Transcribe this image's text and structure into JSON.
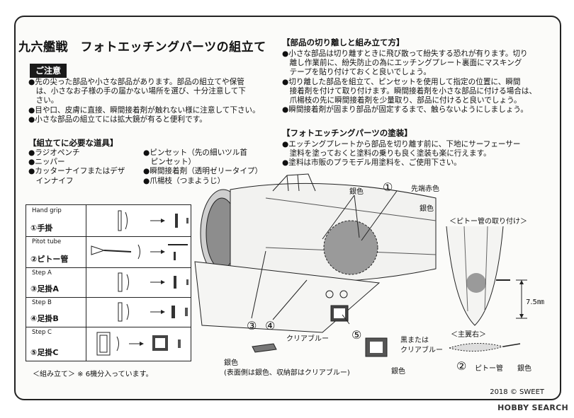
{
  "title": "九六艦戦　フォトエッチングパーツの組立て",
  "caution": {
    "label": "ご注意",
    "lines": "●先の尖った部品や小さな部品があります。部品の組立てや保管\n　は、小さなお子様の手の届かない場所を選び、十分注意して下\n　さい。\n●目や口、皮膚に直接、瞬間接着剤が触れない様に注意して下さい。\n●小さな部品の組立てには拡大鏡が有ると便利です。"
  },
  "tools": {
    "heading": "【組立てに必要な道具】",
    "left": "●ラジオペンチ\n●ニッパー\n●カッターナイフまたはデザ\n　インナイフ",
    "right": "●ピンセット（先の細いツル首\n　ピンセット）\n●瞬間接着剤（透明ゼリータイプ）\n●爪楊枝（つまようじ）"
  },
  "separation": {
    "heading": "【部品の切り離しと組み立て方】",
    "text": "●小さな部品は切り離すときに飛び散って紛失する恐れが有ります。切り\n　離し作業前に、紛失防止の為にエッチングプレート裏面にマスキング\n　テープを貼り付けておくと良いでしょう。\n●切り離した部品を組立て、ピンセットを使用して指定の位置に、瞬間\n　接着剤を付けて取り付けます。瞬間接着剤を小さな部品に付ける場合は、\n　爪楊枝の先に瞬間接着剤を少量取り、部品に付けると良いでしょう。\n●瞬間接着剤が固まり部品が固定するまで、触らないようにしましょう。"
  },
  "painting": {
    "heading": "【フォトエッチングパーツの塗装】",
    "text": "●エッチングプレートから部品を切り離す前に、下地にサーフェーサー\n　塗料を塗っておくと塗料の乗りも良く塗装も楽に行えます。\n●塗料は市販のプラモデル用塗料を、ご使用下さい。"
  },
  "parts_table": [
    {
      "en": "Hand grip",
      "num": "①",
      "jp": "手掛"
    },
    {
      "en": "Pitot tube",
      "num": "②",
      "jp": "ピトー管"
    },
    {
      "en": "Step A",
      "num": "③",
      "jp": "足掛A"
    },
    {
      "en": "Step B",
      "num": "④",
      "jp": "足掛B"
    },
    {
      "en": "Step C",
      "num": "⑤",
      "jp": "足掛C"
    }
  ],
  "assembly_note": "＜組み立て＞ ※ 6機分入っています。",
  "callouts": {
    "silver_top": "銀色",
    "n1": "①",
    "tip_red": "先端赤色",
    "silver_right": "銀色",
    "n3": "③",
    "n4": "④",
    "n5": "⑤",
    "clear_blue": "クリアブルー",
    "silver_bottom": "銀色",
    "silver_note": "(表面側は銀色、収納部はクリアブルー)",
    "black_or": "黒または",
    "clear_blue2": "クリアブルー",
    "silver_c": "銀色"
  },
  "pitot": {
    "heading": "＜ピトー管の取り付け＞",
    "dimension": "7.5㎜",
    "wing_heading": "＜主翼右＞",
    "n2": "②",
    "label": "ピトー管",
    "color": "銀色"
  },
  "copyright": "2018 © SWEET",
  "watermark": "HOBBY SEARCH"
}
